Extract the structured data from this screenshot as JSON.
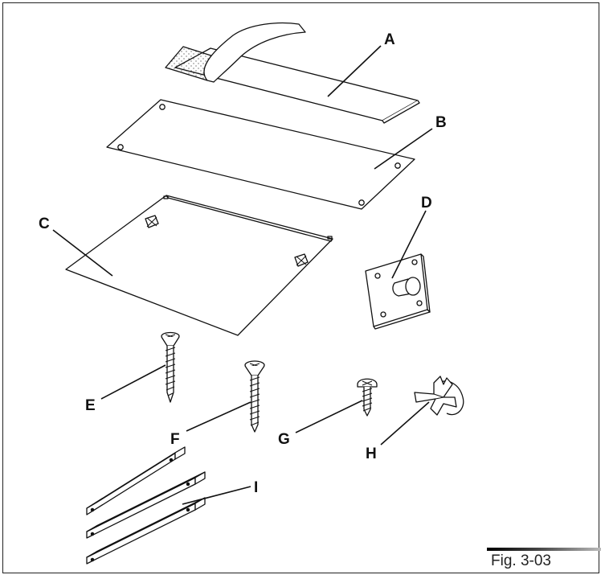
{
  "labels": {
    "a": "A",
    "b": "B",
    "c": "C",
    "d": "D",
    "e": "E",
    "f": "F",
    "g": "G",
    "h": "H",
    "i": "I"
  },
  "figure": {
    "caption": "Fig. 3-03"
  },
  "colors": {
    "line": "#111111",
    "fill": "#ffffff",
    "frame": "#222222"
  }
}
